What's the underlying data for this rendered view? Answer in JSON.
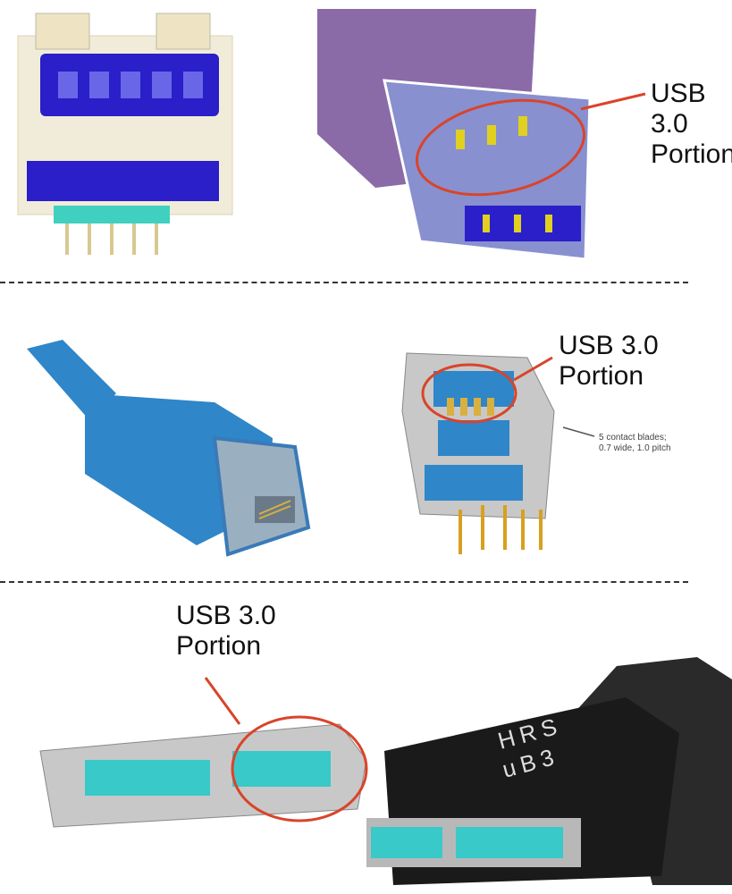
{
  "labels": {
    "type_a": [
      "USB 3.0",
      "Portion"
    ],
    "type_b": [
      "USB 3.0",
      "Portion"
    ],
    "micro_b": [
      "USB 3.0",
      "Portion"
    ],
    "annotation": [
      "5 contact blades;",
      "0.7 wide, 1.0 pitch"
    ],
    "plug_print": "HRS\nuB3"
  },
  "colors": {
    "type_a_blue": "#2a1fc9",
    "type_a_housing": "#8a6ba8",
    "type_b_blue": "#2f86c8",
    "micro_cyan": "#39c9c9",
    "callout_red": "#d9442a",
    "gold": "#e0b020"
  }
}
